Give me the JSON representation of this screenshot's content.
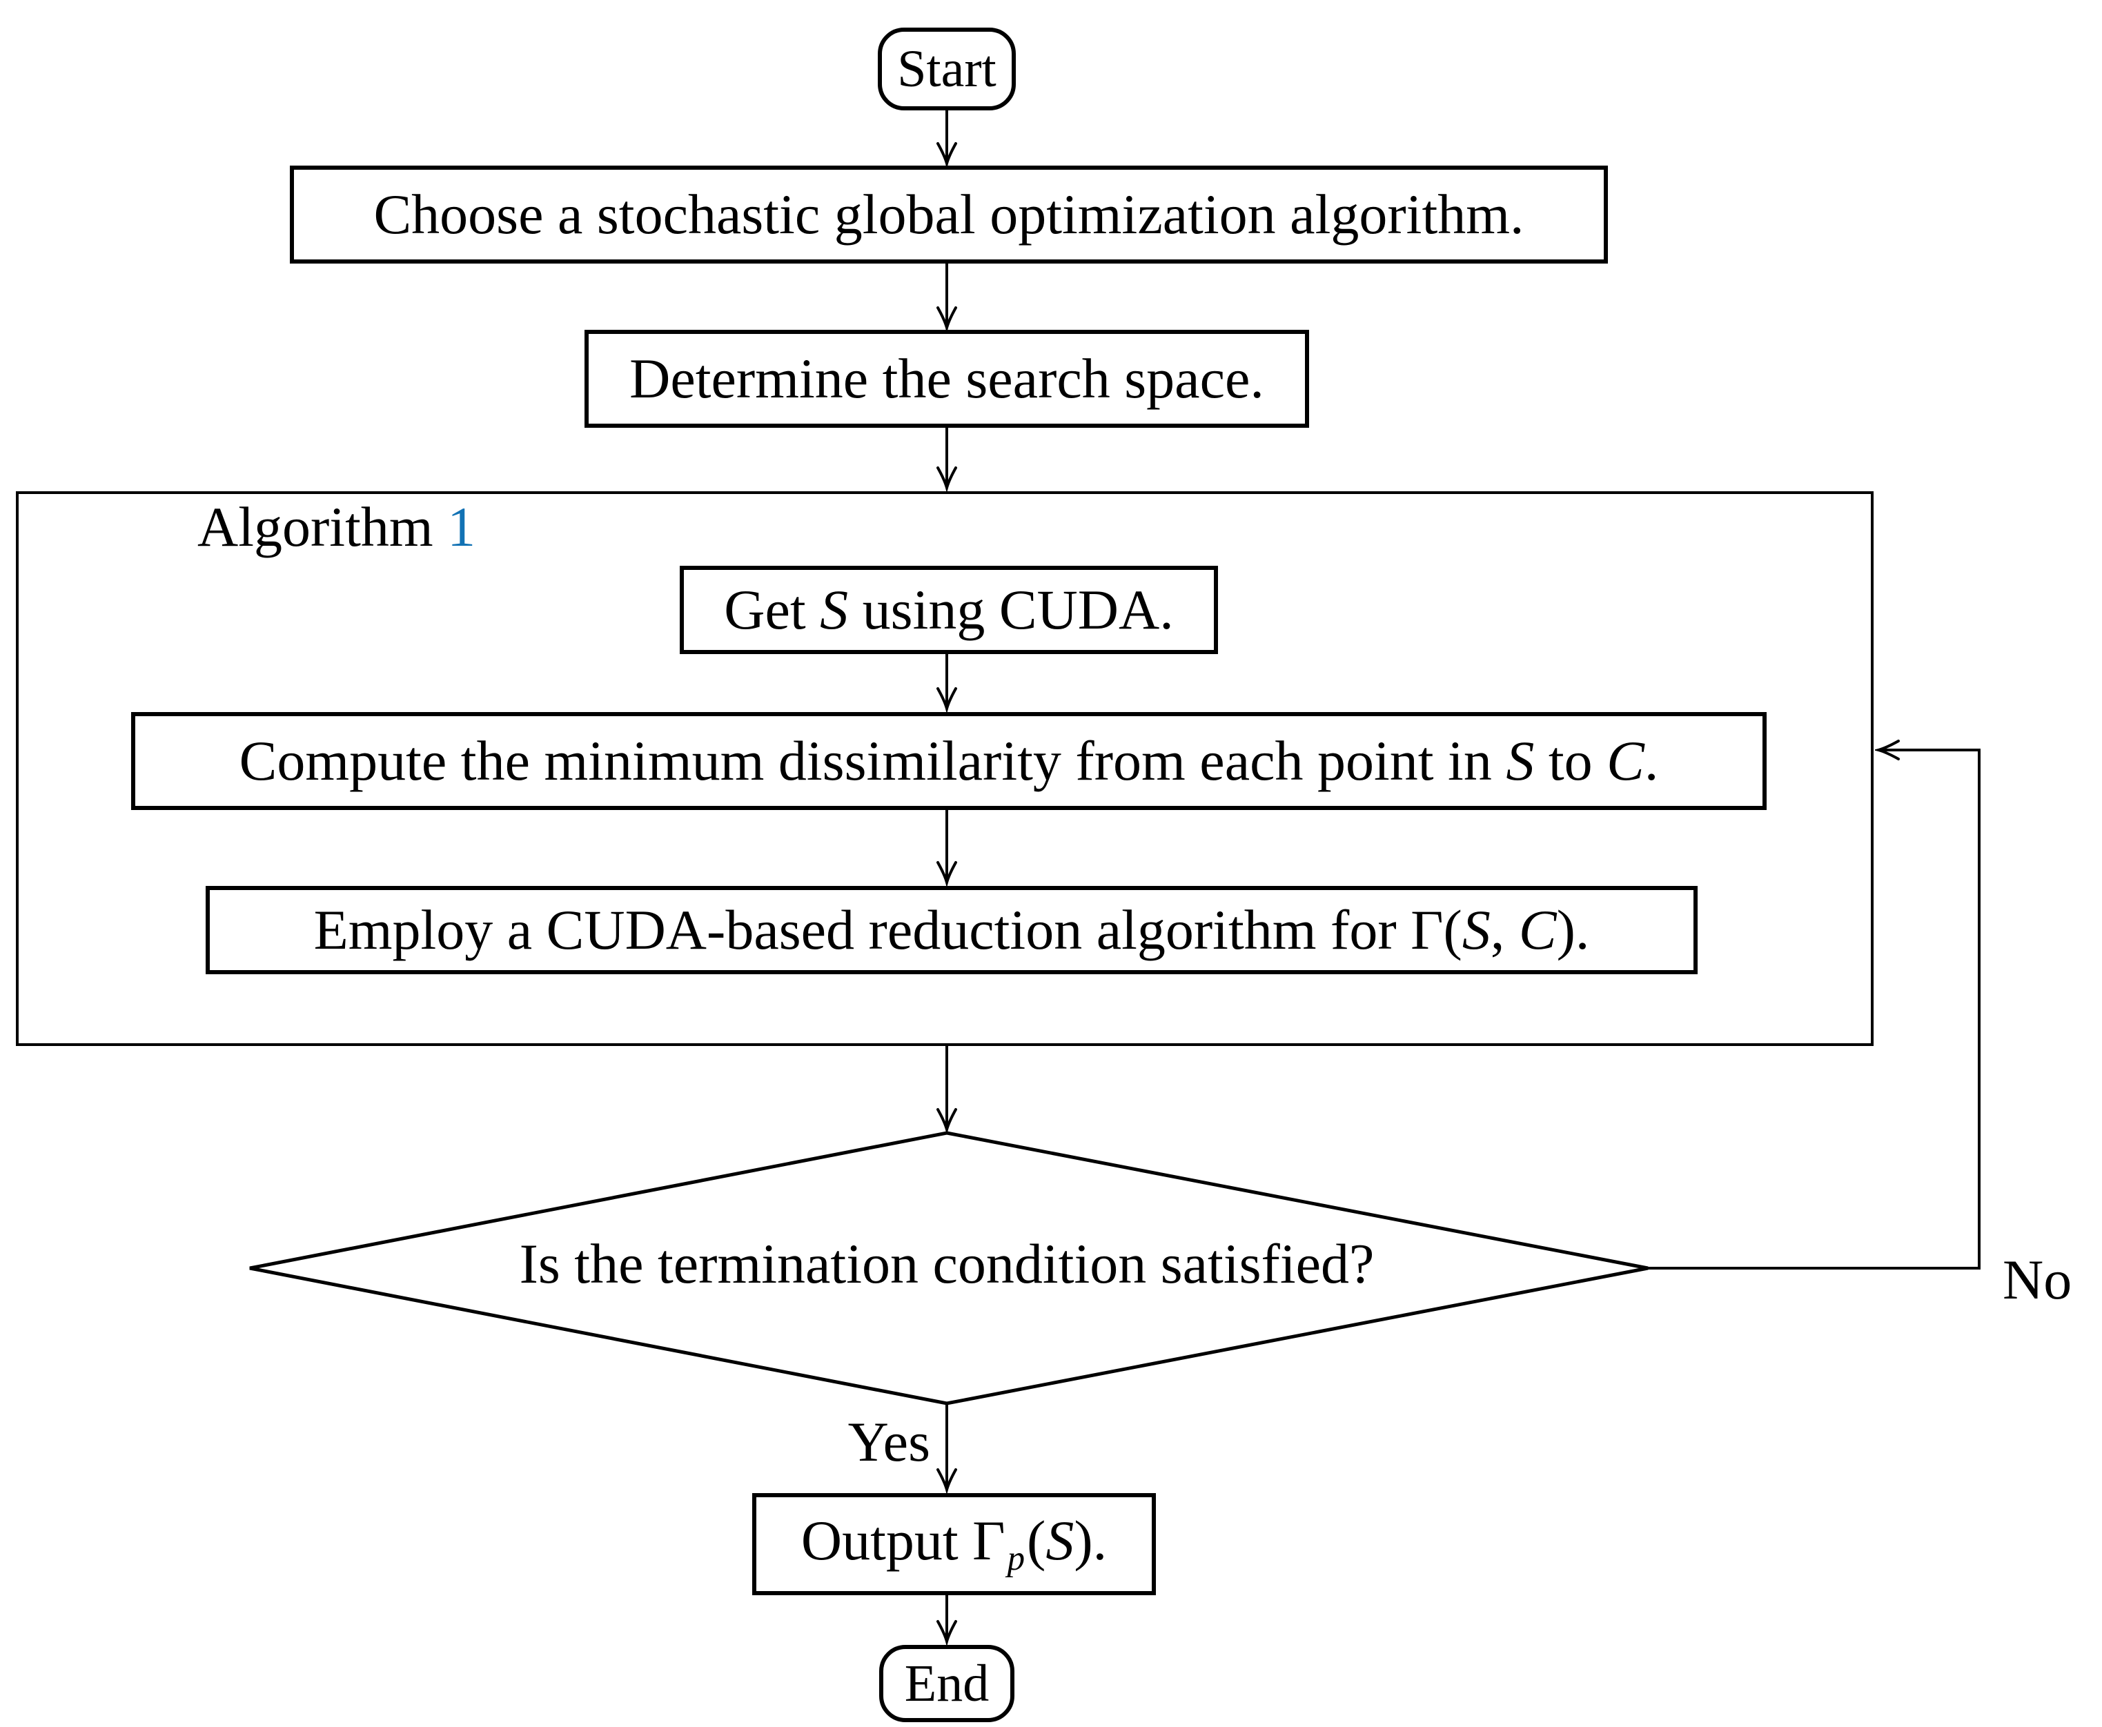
{
  "figure": {
    "type": "flowchart",
    "background": "#ffffff",
    "line_color": "#000000",
    "link_color": "#1272b4"
  },
  "nodes": {
    "start": {
      "label": "Start"
    },
    "choose": {
      "label": "Choose a stochastic global optimization algorithm."
    },
    "determine": {
      "label": "Determine the search space."
    },
    "algorithm": {
      "parts": [
        "Algorithm ",
        "1"
      ]
    },
    "get": {
      "parts": [
        "Get ",
        "S",
        " using CUDA."
      ]
    },
    "compute": {
      "parts": [
        "Compute the minimum dissimilarity from each point in ",
        "S",
        " to ",
        "C",
        "."
      ]
    },
    "employ": {
      "parts": [
        "Employ a CUDA-based reduction algorithm for Γ(",
        "S",
        ", ",
        "C",
        ")."
      ]
    },
    "decision": {
      "label": "Is the termination condition satisfied?"
    },
    "output": {
      "parts": [
        "Output Γ",
        "p",
        "(",
        "S",
        ")."
      ]
    },
    "end": {
      "label": "End"
    }
  },
  "edge_labels": {
    "yes": "Yes",
    "no": "No"
  }
}
